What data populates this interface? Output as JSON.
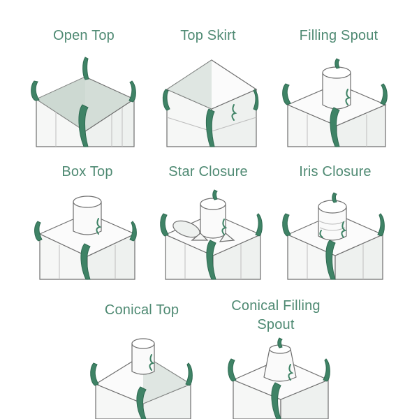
{
  "items": [
    {
      "label": "Open Top"
    },
    {
      "label": "Top Skirt"
    },
    {
      "label": "Filling Spout"
    },
    {
      "label": "Box Top"
    },
    {
      "label": "Star Closure"
    },
    {
      "label": "Iris Closure"
    },
    {
      "label": "Conical Top"
    },
    {
      "label": "Conical Filling\nSpout"
    }
  ],
  "colors": {
    "label": "#4f8a73",
    "loop": "#3f8366",
    "outline": "#6f6f6f"
  }
}
